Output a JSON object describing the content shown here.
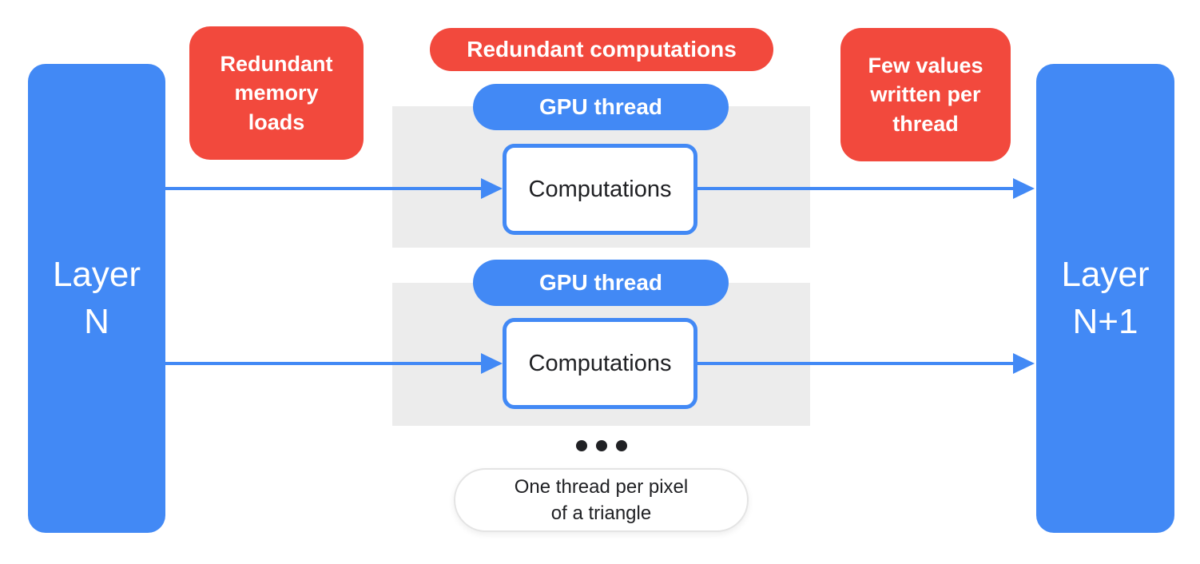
{
  "colors": {
    "blue": "#4289F5",
    "red": "#F2493D",
    "panel": "#ECECEC",
    "dark": "#202124",
    "pillBorder": "#E4E4E4"
  },
  "layers": {
    "left": {
      "label": "Layer\nN"
    },
    "right": {
      "label": "Layer\nN+1"
    }
  },
  "annotations": {
    "memory": {
      "label": "Redundant\nmemory\nloads"
    },
    "compute": {
      "label": "Redundant computations"
    },
    "write": {
      "label": "Few values\nwritten per\nthread"
    }
  },
  "threads": [
    {
      "pill_label": "GPU thread",
      "box_label": "Computations"
    },
    {
      "pill_label": "GPU thread",
      "box_label": "Computations"
    }
  ],
  "footnote": {
    "label": "One thread per pixel\nof a triangle"
  }
}
